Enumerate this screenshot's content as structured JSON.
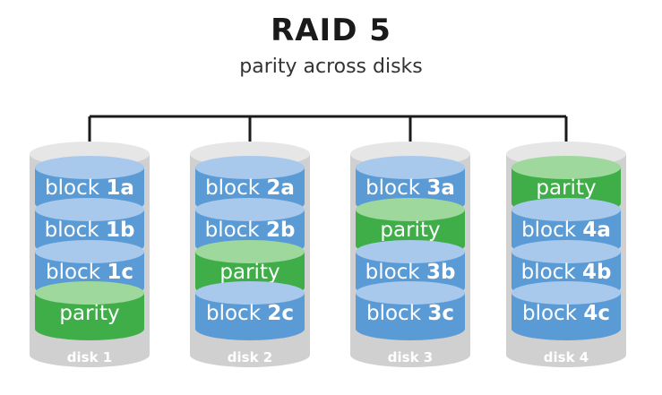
{
  "header": {
    "title": "RAID 5",
    "subtitle": "parity across disks"
  },
  "disks": [
    {
      "label": "disk 1",
      "blocks": [
        {
          "prefix": "block ",
          "id": "1a",
          "type": "data"
        },
        {
          "prefix": "block ",
          "id": "1b",
          "type": "data"
        },
        {
          "prefix": "block ",
          "id": "1c",
          "type": "data"
        },
        {
          "prefix": "parity",
          "id": "",
          "type": "parity"
        }
      ]
    },
    {
      "label": "disk 2",
      "blocks": [
        {
          "prefix": "block ",
          "id": "2a",
          "type": "data"
        },
        {
          "prefix": "block ",
          "id": "2b",
          "type": "data"
        },
        {
          "prefix": "parity",
          "id": "",
          "type": "parity"
        },
        {
          "prefix": "block ",
          "id": "2c",
          "type": "data"
        }
      ]
    },
    {
      "label": "disk 3",
      "blocks": [
        {
          "prefix": "block ",
          "id": "3a",
          "type": "data"
        },
        {
          "prefix": "parity",
          "id": "",
          "type": "parity"
        },
        {
          "prefix": "block ",
          "id": "3b",
          "type": "data"
        },
        {
          "prefix": "block ",
          "id": "3c",
          "type": "data"
        }
      ]
    },
    {
      "label": "disk 4",
      "blocks": [
        {
          "prefix": "parity",
          "id": "",
          "type": "parity"
        },
        {
          "prefix": "block ",
          "id": "4a",
          "type": "data"
        },
        {
          "prefix": "block ",
          "id": "4b",
          "type": "data"
        },
        {
          "prefix": "block ",
          "id": "4c",
          "type": "data"
        }
      ]
    }
  ],
  "colors": {
    "data_fill": "#5b9bd5",
    "data_top": "#a9c9ec",
    "parity_fill": "#3fae49",
    "parity_top": "#9fd89c",
    "disk_body": "#d0d0d0",
    "disk_top": "#e6e6e6",
    "connector": "#1a1a1a"
  }
}
